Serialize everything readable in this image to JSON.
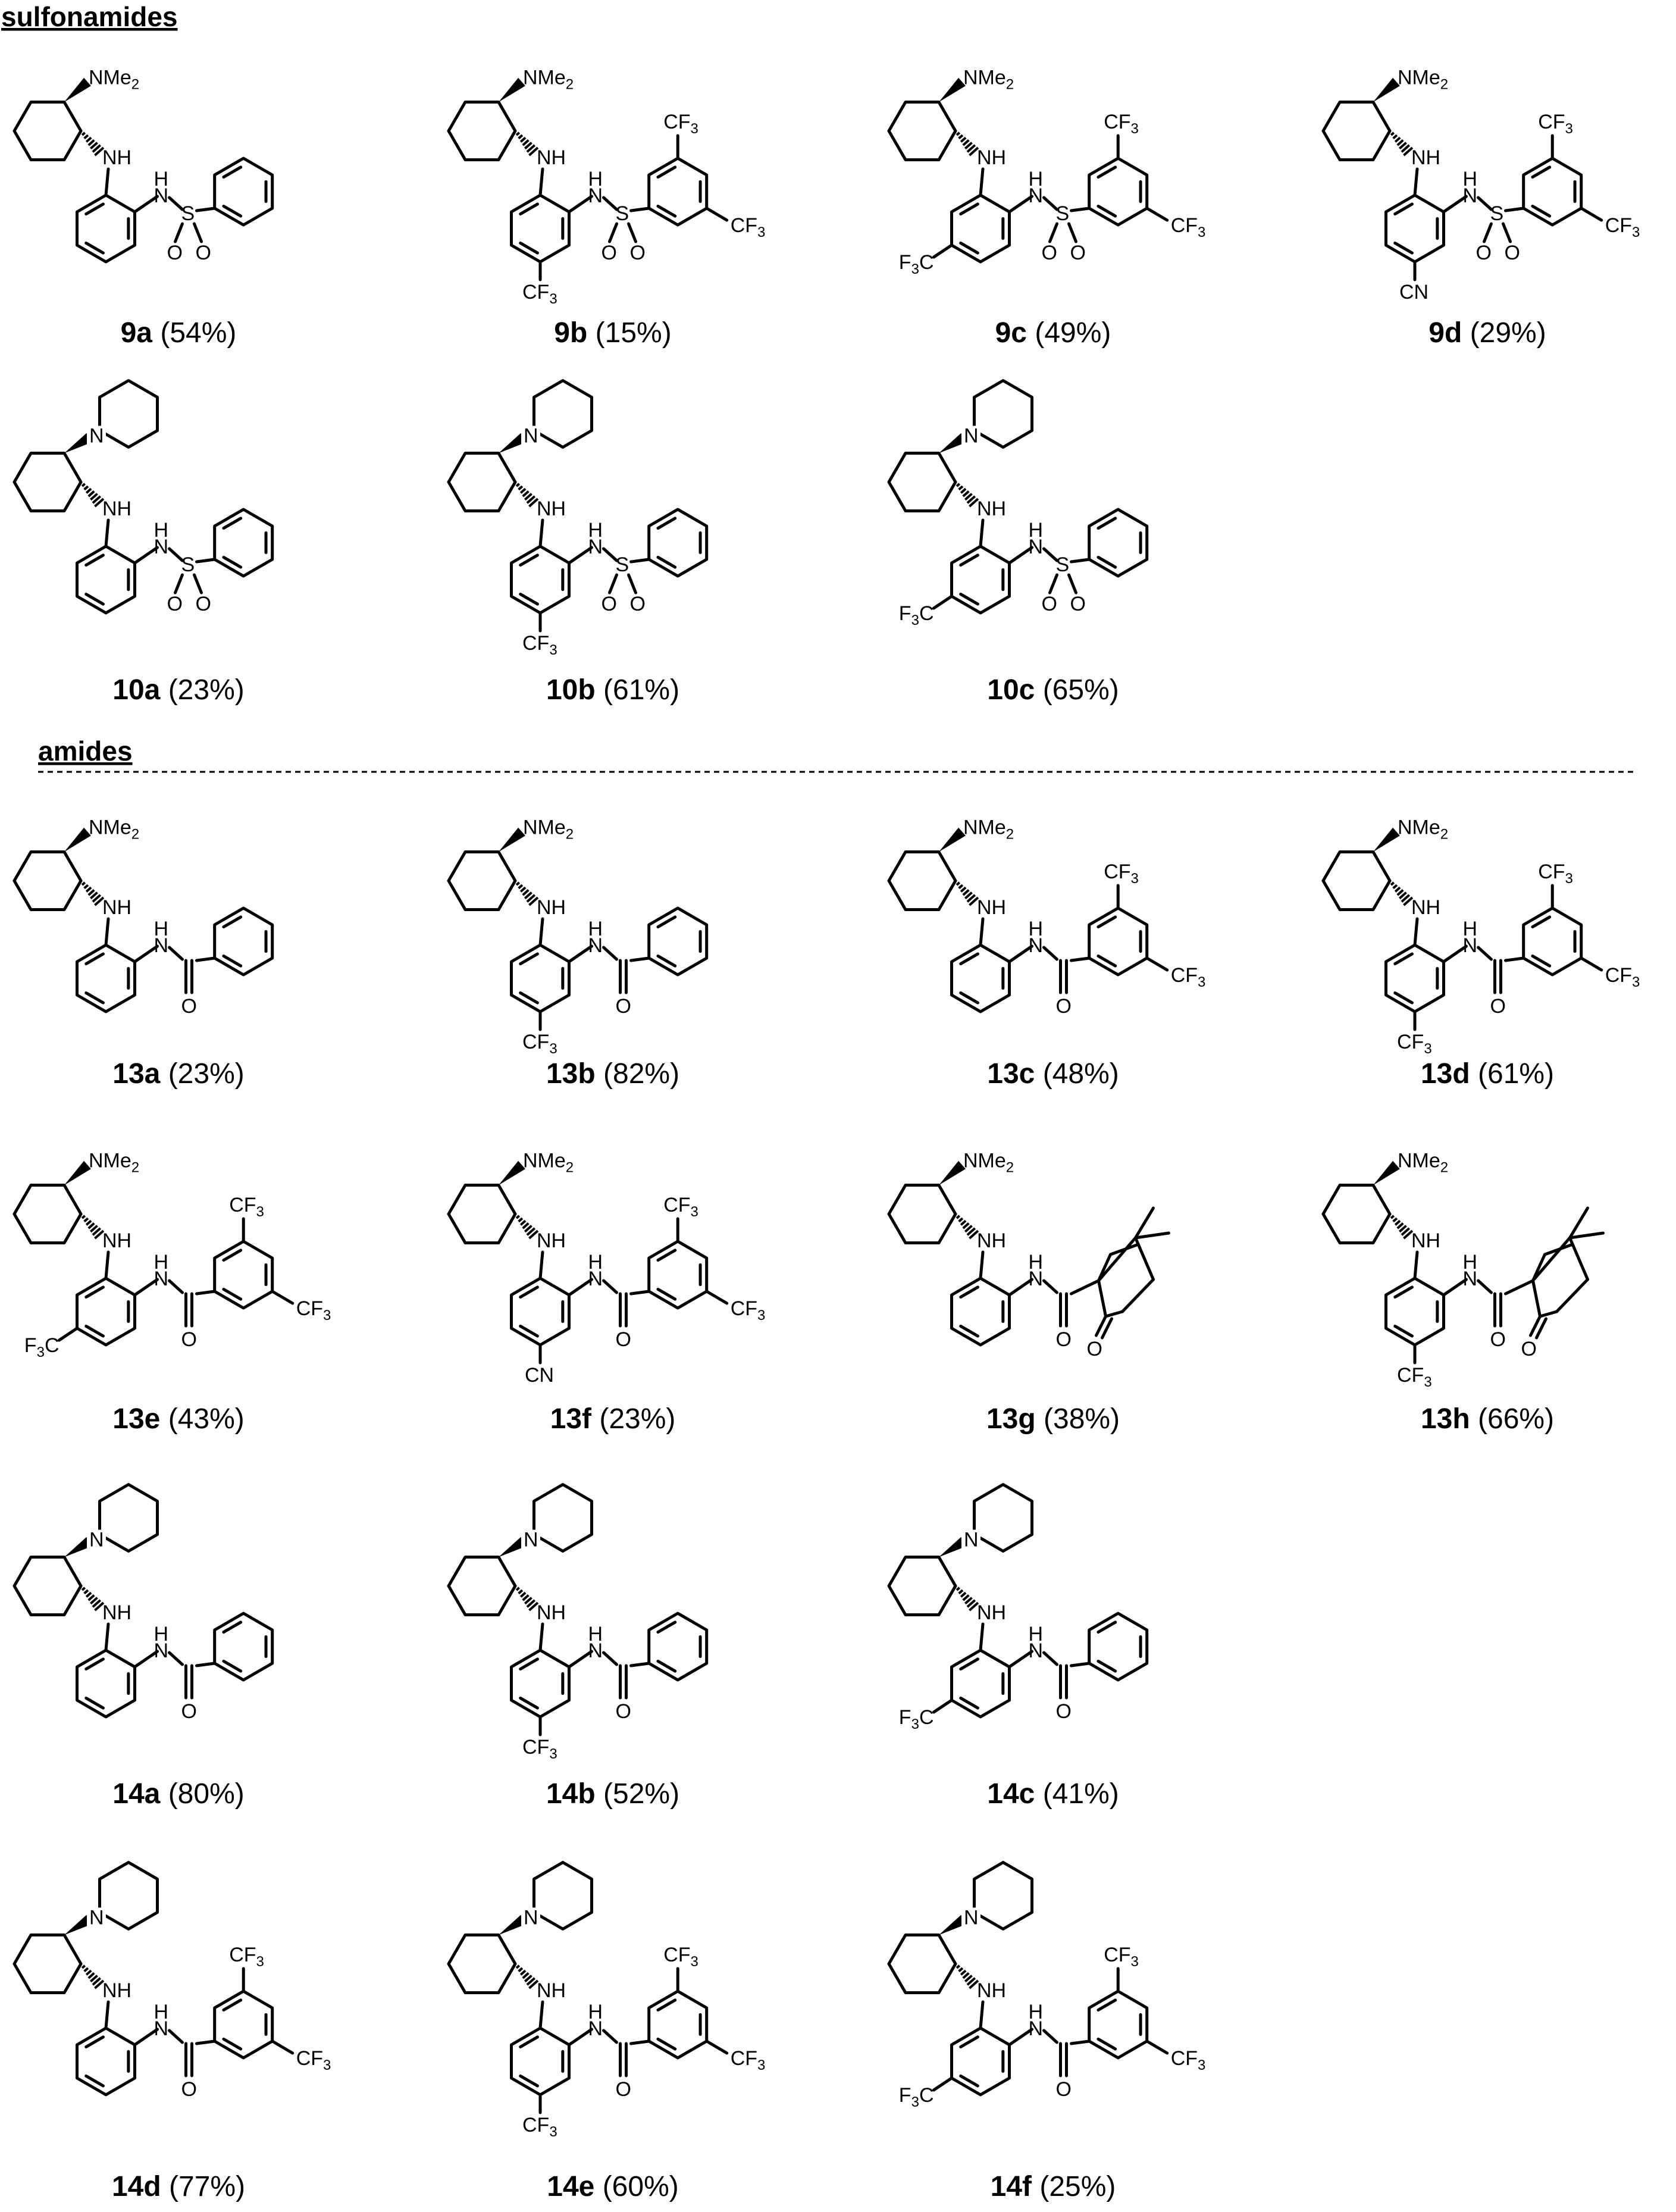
{
  "sections": [
    {
      "key": "sulfonamides",
      "title": "sulfonamides"
    },
    {
      "key": "amides",
      "title": "amides"
    }
  ],
  "atoms": {
    "amine_nme2": "NMe",
    "amine_sub": "2",
    "n": "N",
    "nh": "NH",
    "h": "H",
    "s": "S",
    "o": "O",
    "cf": "CF",
    "three": "3",
    "cn": "CN",
    "f3c": "F",
    "f3c_tail": "C"
  },
  "compounds": [
    {
      "id": "9a",
      "yield": "(54%)",
      "amine": "nme2",
      "linker": "sulfonyl",
      "aryl": "none",
      "acyl": "phenyl"
    },
    {
      "id": "9b",
      "yield": "(15%)",
      "amine": "nme2",
      "linker": "sulfonyl",
      "aryl": "cf3_para_nh",
      "acyl": "bis_cf3"
    },
    {
      "id": "9c",
      "yield": "(49%)",
      "amine": "nme2",
      "linker": "sulfonyl",
      "aryl": "cf3_meta",
      "acyl": "bis_cf3"
    },
    {
      "id": "9d",
      "yield": "(29%)",
      "amine": "nme2",
      "linker": "sulfonyl",
      "aryl": "cn",
      "acyl": "bis_cf3"
    },
    {
      "id": "10a",
      "yield": "(23%)",
      "amine": "pip",
      "linker": "sulfonyl",
      "aryl": "none",
      "acyl": "phenyl"
    },
    {
      "id": "10b",
      "yield": "(61%)",
      "amine": "pip",
      "linker": "sulfonyl",
      "aryl": "cf3_para_nh",
      "acyl": "phenyl"
    },
    {
      "id": "10c",
      "yield": "(65%)",
      "amine": "pip",
      "linker": "sulfonyl",
      "aryl": "cf3_meta",
      "acyl": "phenyl"
    },
    {
      "id": "13a",
      "yield": "(23%)",
      "amine": "nme2",
      "linker": "carbonyl",
      "aryl": "none",
      "acyl": "phenyl"
    },
    {
      "id": "13b",
      "yield": "(82%)",
      "amine": "nme2",
      "linker": "carbonyl",
      "aryl": "cf3_para_nh",
      "acyl": "phenyl"
    },
    {
      "id": "13c",
      "yield": "(48%)",
      "amine": "nme2",
      "linker": "carbonyl",
      "aryl": "none",
      "acyl": "bis_cf3"
    },
    {
      "id": "13d",
      "yield": "(61%)",
      "amine": "nme2",
      "linker": "carbonyl",
      "aryl": "cf3_para_nh",
      "acyl": "bis_cf3"
    },
    {
      "id": "13e",
      "yield": "(43%)",
      "amine": "nme2",
      "linker": "carbonyl",
      "aryl": "cf3_meta",
      "acyl": "bis_cf3"
    },
    {
      "id": "13f",
      "yield": "(23%)",
      "amine": "nme2",
      "linker": "carbonyl",
      "aryl": "cn",
      "acyl": "bis_cf3"
    },
    {
      "id": "13g",
      "yield": "(38%)",
      "amine": "nme2",
      "linker": "carbonyl",
      "aryl": "none",
      "acyl": "camphor"
    },
    {
      "id": "13h",
      "yield": "(66%)",
      "amine": "nme2",
      "linker": "carbonyl",
      "aryl": "cf3_para_nh",
      "acyl": "camphor"
    },
    {
      "id": "14a",
      "yield": "(80%)",
      "amine": "pip",
      "linker": "carbonyl",
      "aryl": "none",
      "acyl": "phenyl"
    },
    {
      "id": "14b",
      "yield": "(52%)",
      "amine": "pip",
      "linker": "carbonyl",
      "aryl": "cf3_para_nh",
      "acyl": "phenyl"
    },
    {
      "id": "14c",
      "yield": "(41%)",
      "amine": "pip",
      "linker": "carbonyl",
      "aryl": "cf3_meta",
      "acyl": "phenyl"
    },
    {
      "id": "14d",
      "yield": "(77%)",
      "amine": "pip",
      "linker": "carbonyl",
      "aryl": "none",
      "acyl": "bis_cf3"
    },
    {
      "id": "14e",
      "yield": "(60%)",
      "amine": "pip",
      "linker": "carbonyl",
      "aryl": "cf3_para_nh",
      "acyl": "bis_cf3"
    },
    {
      "id": "14f",
      "yield": "(25%)",
      "amine": "pip",
      "linker": "carbonyl",
      "aryl": "cf3_meta",
      "acyl": "bis_cf3"
    }
  ]
}
